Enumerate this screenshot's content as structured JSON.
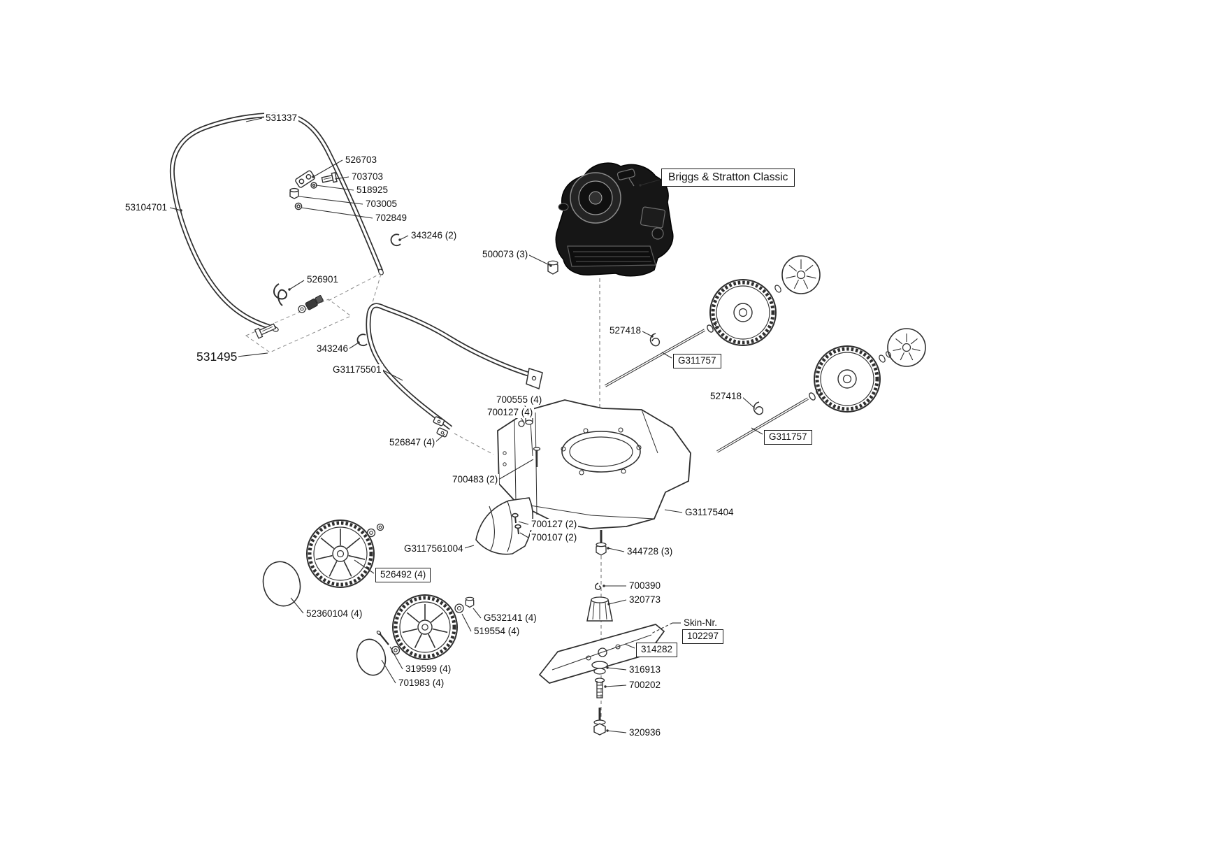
{
  "colors": {
    "background": "#ffffff",
    "line": "#2e2e2e",
    "text": "#111111"
  },
  "labels": [
    {
      "text": "531337"
    },
    {
      "text": "526703"
    },
    {
      "text": "703703"
    },
    {
      "text": "518925"
    },
    {
      "text": "703005"
    },
    {
      "text": "702849"
    },
    {
      "text": "343246 (2)"
    },
    {
      "text": "53104701"
    },
    {
      "text": "526901"
    },
    {
      "text": "531495"
    },
    {
      "text": "343246"
    },
    {
      "text": "G31175501"
    },
    {
      "text": "700555 (4)"
    },
    {
      "text": "700127 (4)"
    },
    {
      "text": "526847 (4)"
    },
    {
      "text": "700483 (2)"
    },
    {
      "text": "500073 (3)"
    },
    {
      "text": "Briggs & Stratton Classic"
    },
    {
      "text": "527418"
    },
    {
      "text": "G311757"
    },
    {
      "text": "527418"
    },
    {
      "text": "G311757"
    },
    {
      "text": "G31175404"
    },
    {
      "text": "700127 (2)"
    },
    {
      "text": "700107 (2)"
    },
    {
      "text": "G3117561004"
    },
    {
      "text": "344728 (3)"
    },
    {
      "text": "526492 (4)"
    },
    {
      "text": "52360104 (4)"
    },
    {
      "text": "G532141 (4)"
    },
    {
      "text": "519554 (4)"
    },
    {
      "text": "319599 (4)"
    },
    {
      "text": "701983 (4)"
    },
    {
      "text": "700390"
    },
    {
      "text": "320773"
    },
    {
      "text": "Skin-Nr."
    },
    {
      "text": "102297"
    },
    {
      "text": "314282"
    },
    {
      "text": "316913"
    },
    {
      "text": "700202"
    },
    {
      "text": "320936"
    }
  ]
}
